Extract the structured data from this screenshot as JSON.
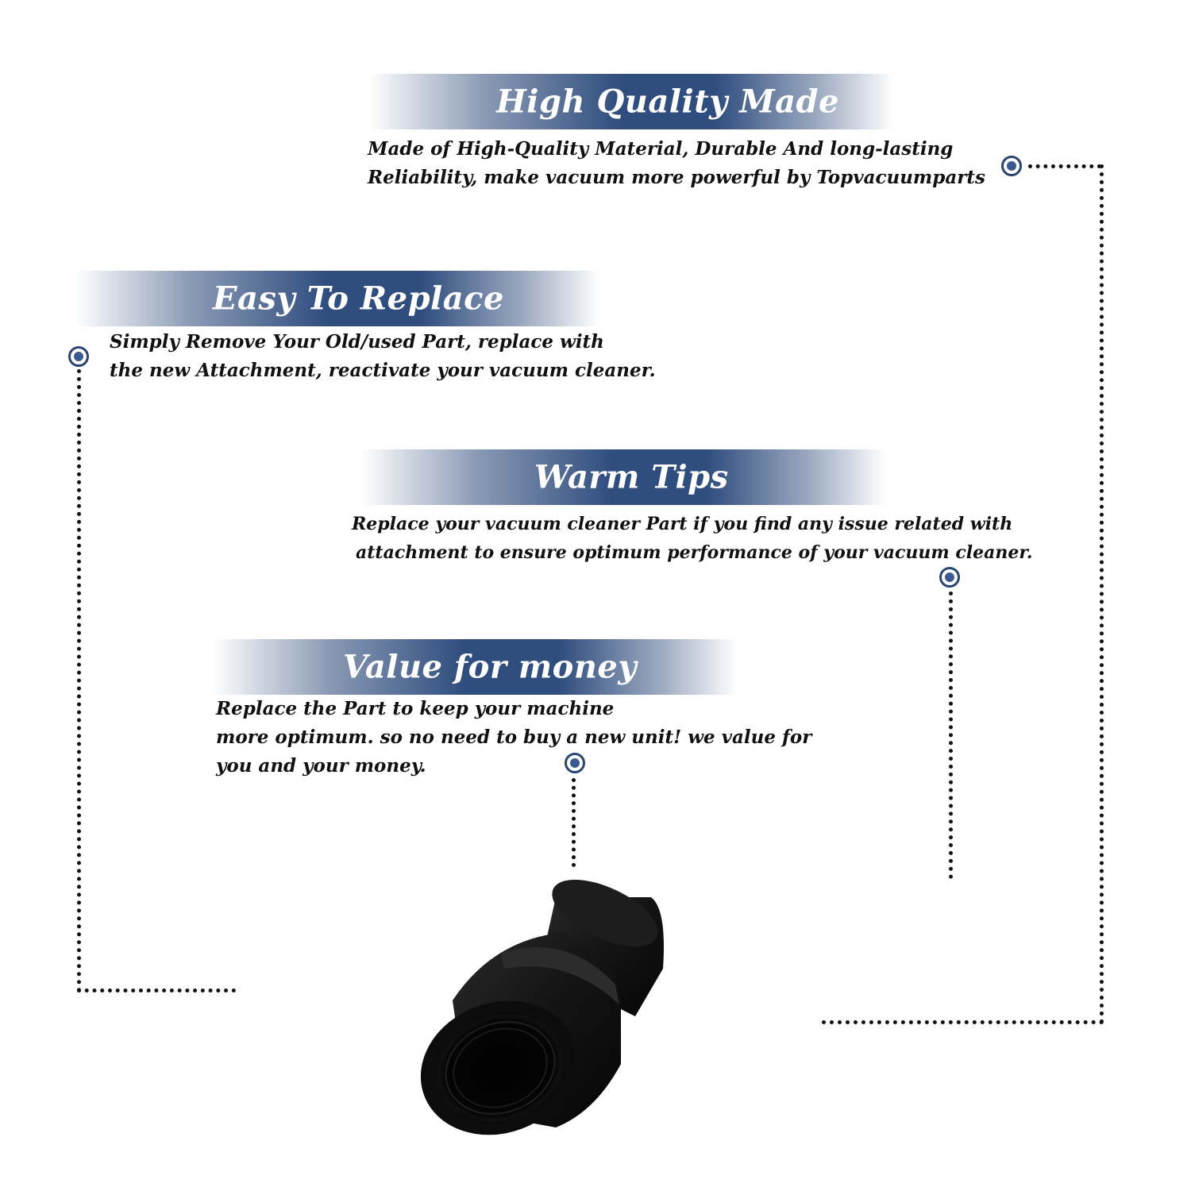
{
  "features": [
    {
      "title": "High Quality Made",
      "lines": [
        "Made of  High-Quality Material, Durable And long-lasting",
        "Reliability, make vacuum more powerful by Topvacuumparts"
      ]
    },
    {
      "title": "Easy To Replace",
      "lines": [
        "Simply Remove Your Old/used Part, replace with",
        "the new Attachment, reactivate your vacuum cleaner."
      ]
    },
    {
      "title": "Warm Tips",
      "lines": [
        "Replace your vacuum cleaner Part if you find any issue related with",
        "attachment to ensure optimum performance of your vacuum cleaner."
      ]
    },
    {
      "title": "Value for money",
      "lines": [
        "Replace the Part to keep your machine",
        "more optimum. so no need to buy a new unit! we value for",
        "you and your money."
      ]
    }
  ],
  "colors": {
    "banner": "#2f4d7e",
    "marker": "#3b5a8f",
    "product": "#111111"
  },
  "icons": {
    "marker": "target-dot-icon",
    "product": "hose-adapter-product"
  }
}
